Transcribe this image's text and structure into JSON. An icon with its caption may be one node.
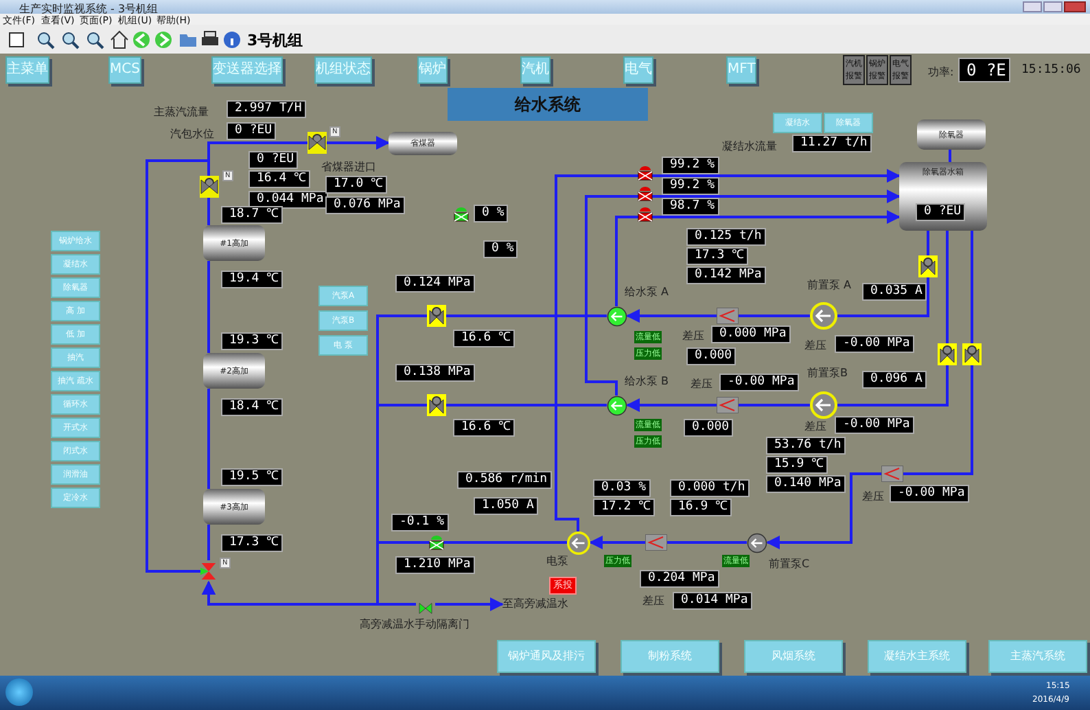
{
  "diagram": {
    "title": "给水系统",
    "nodes": [
      {
        "text": [
          "省煤器"
        ]
      },
      {
        "text": [
          "#1高加"
        ]
      },
      {
        "text": [
          "#2高加"
        ]
      },
      {
        "text": [
          "#3高加"
        ]
      },
      {
        "text": [
          "除氧器"
        ]
      },
      {
        "text": [
          "除氧器水箱"
        ]
      },
      {
        "text": [],
        "shape": "circle",
        "beside": [
          "给水泵 A"
        ]
      },
      {
        "text": [],
        "shape": "circle",
        "beside": [
          "给水泵 B"
        ]
      },
      {
        "text": [],
        "shape": "circle",
        "beside": [
          "电泵"
        ]
      },
      {
        "text": [],
        "shape": "circle",
        "beside": [
          "前置泵 A"
        ]
      },
      {
        "text": [],
        "shape": "circle",
        "beside": [
          "前置泵B"
        ]
      },
      {
        "text": [],
        "shape": "circle",
        "beside": [
          "前置泵C"
        ]
      },
      {
        "text": [],
        "shape": "valve",
        "beside": [
          "N"
        ]
      },
      {
        "text": [],
        "shape": "valve",
        "beside": [
          "N"
        ]
      },
      {
        "text": [],
        "shape": "valve",
        "beside": [
          "N"
        ]
      },
      {
        "text": [],
        "shape": "valve",
        "beside": [
          "高旁减温水手动隔离门"
        ]
      },
      {
        "text": [
          "至高旁减温水"
        ]
      }
    ],
    "edges": [
      {
        "from": 14,
        "to": 3,
        "arrow": "none"
      },
      {
        "from": 3,
        "to": 2,
        "arrow": "none"
      },
      {
        "from": 2,
        "to": 1,
        "arrow": "none"
      },
      {
        "from": 1,
        "to": 13,
        "arrow": "none"
      },
      {
        "from": 13,
        "to": 12,
        "arrow": "none"
      },
      {
        "from": 12,
        "to": 0,
        "arrow": "to"
      },
      {
        "from": 14,
        "to": 12,
        "arrow": "none"
      },
      {
        "from": 8,
        "to": 14,
        "arrow": "to"
      },
      {
        "from": 6,
        "to": 14,
        "arrow": "to"
      },
      {
        "from": 7,
        "to": 14,
        "arrow": "to"
      },
      {
        "from": 9,
        "to": 6,
        "arrow": "to"
      },
      {
        "from": 10,
        "to": 7,
        "arrow": "to"
      },
      {
        "from": 11,
        "to": 8,
        "arrow": "to"
      },
      {
        "from": 5,
        "to": 9,
        "arrow": "none"
      },
      {
        "from": 5,
        "to": 10,
        "arrow": "none"
      },
      {
        "from": 5,
        "to": 11,
        "arrow": "to"
      },
      {
        "from": 4,
        "to": 5,
        "arrow": "none"
      },
      {
        "from": 6,
        "to": 5,
        "arrow": "to"
      },
      {
        "from": 7,
        "to": 5,
        "arrow": "to"
      },
      {
        "from": 8,
        "to": 5,
        "arrow": "to"
      },
      {
        "from": 8,
        "to": 15,
        "arrow": "none"
      },
      {
        "from": 15,
        "to": 16,
        "arrow": "to"
      }
    ],
    "labels": [
      "生产实时监视系统 - 3号机组",
      "文件(F)",
      "查看(V)",
      "页面(P)",
      "机组(U)",
      "帮助(H)",
      "3号机组",
      "主菜单",
      "MCS",
      "变送器选择",
      "机组状态",
      "锅炉",
      "汽机",
      "电气",
      "MFT",
      "汽机报警",
      "锅炉报警",
      "电气报警",
      "功率:",
      "0 ?E",
      "15:15:06",
      "锅炉给水",
      "凝结水",
      "除氧器",
      "高 加",
      "低 加",
      "抽汽",
      "抽汽 疏水",
      "循环水",
      "开式水",
      "闭式水",
      "润滑油",
      "定冷水",
      "汽泵A",
      "汽泵B",
      "电 泵",
      "凝结水",
      "除氧器",
      "锅炉通风及排污",
      "制粉系统",
      "风烟系统",
      "凝结水主系统",
      "主蒸汽系统",
      "主蒸汽流量",
      "2.997 T/H",
      "汽包水位",
      "0 ?EU",
      "0 ?EU",
      "16.4 ℃",
      "0.044 MPa",
      "省煤器进口",
      "17.0 ℃",
      "0.076 MPa",
      "18.7 ℃",
      "19.4 ℃",
      "19.3 ℃",
      "18.4 ℃",
      "19.5 ℃",
      "17.3 ℃",
      "0 %",
      "0.124 MPa",
      "16.6 ℃",
      "0.138 MPa",
      "16.6 ℃",
      "凝结水流量",
      "11.27 t/h",
      "99.2 %",
      "99.2 %",
      "0.125 t/h",
      "17.3 ℃",
      "0.142 MPa",
      "98.7 %",
      "差压",
      "0.000 MPa",
      "0.035 A",
      "差压",
      "-0.00 MPa",
      "0.000",
      "流量低",
      "压力低",
      "0 %",
      "差压",
      "-0.00 MPa",
      "0.096 A",
      "流量低",
      "压力低",
      "0.000",
      "53.76 t/h",
      "15.9 ℃",
      "0.140 MPa",
      "差压",
      "-0.00 MPa",
      "差压",
      "-0.00 MPa",
      "0.586 r/min",
      "1.050 A",
      "0.03 %",
      "17.2 ℃",
      "-0.1 %",
      "1.210 MPa",
      "0.000 t/h",
      "16.9 ℃",
      "压力低",
      "流量低",
      "0.204 MPa",
      "差压",
      "0.014 MPa",
      "系投",
      "0 ?EU",
      "15:15",
      "2016/4/9"
    ]
  }
}
